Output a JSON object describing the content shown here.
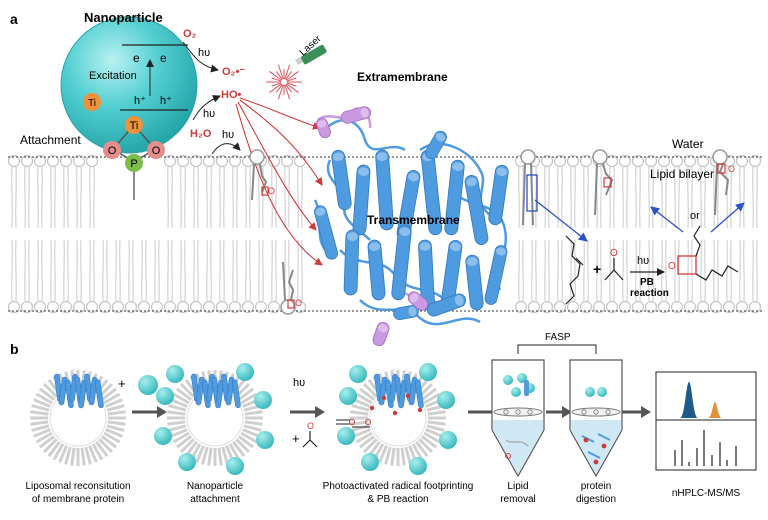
{
  "panel_a": {
    "label": "a",
    "nanoparticle_title": "Nanoparticle",
    "electron_1": "e",
    "electron_2": "e",
    "excitation": "Excitation",
    "hole_1": "h⁺",
    "hole_2": "h⁺",
    "ti_sphere": "Ti",
    "ti_anchor": "Ti",
    "oxygen_left": "O",
    "oxygen_right": "O",
    "phosphorus": "P",
    "o2": "O₂",
    "superoxide": "O₂•⁻",
    "hydroxyl": "HO•",
    "h2o": "H₂O",
    "hv_1": "hυ",
    "hv_2": "hυ",
    "hv_3": "hυ",
    "hv_4": "hυ",
    "laser": "Laser",
    "attachment": "Attachment",
    "extramembrane": "Extramembrane",
    "transmembrane": "Transmembrane",
    "water": "Water",
    "lipid_bilayer": "Lipid bilayer",
    "plus": "+",
    "or": "or",
    "pb_reaction_line1": "PB",
    "pb_reaction_line2": "reaction",
    "oxetane_o1": "O",
    "oxetane_o2": "O",
    "ketone_o": "O",
    "lipid_o1": "O",
    "lipid_o2": "O"
  },
  "panel_b": {
    "label": "b",
    "plus_np": "+",
    "hv": "hυ",
    "plus_acetone": "+",
    "acetone_o": "O",
    "fasp": "FASP",
    "captions": [
      {
        "line1": "Liposomal reconsitution",
        "line2": "of membrane protein"
      },
      {
        "line1": "Nanoparticle",
        "line2": "attachment"
      },
      {
        "line1": "Photoactivated radical footprinting",
        "line2": "& PB reaction"
      },
      {
        "line1": "Lipid",
        "line2": "removal"
      },
      {
        "line1": "protein",
        "line2": "digestion"
      },
      {
        "line1": "nHPLC-MS/MS",
        "line2": ""
      }
    ]
  },
  "colors": {
    "nanoparticle": "#3fc6c9",
    "protein_blue": "#4f9be0",
    "protein_purple": "#c99ae0",
    "red_arrow": "#d23a3a",
    "ti_orange": "#f0923a",
    "p_green": "#7dbb4a",
    "o_pink": "#e58d8d",
    "arrow_blue": "#2a52c8",
    "gray_arrow": "#555555",
    "peak_blue": "#1f5a8a",
    "peak_orange": "#e0913a"
  }
}
